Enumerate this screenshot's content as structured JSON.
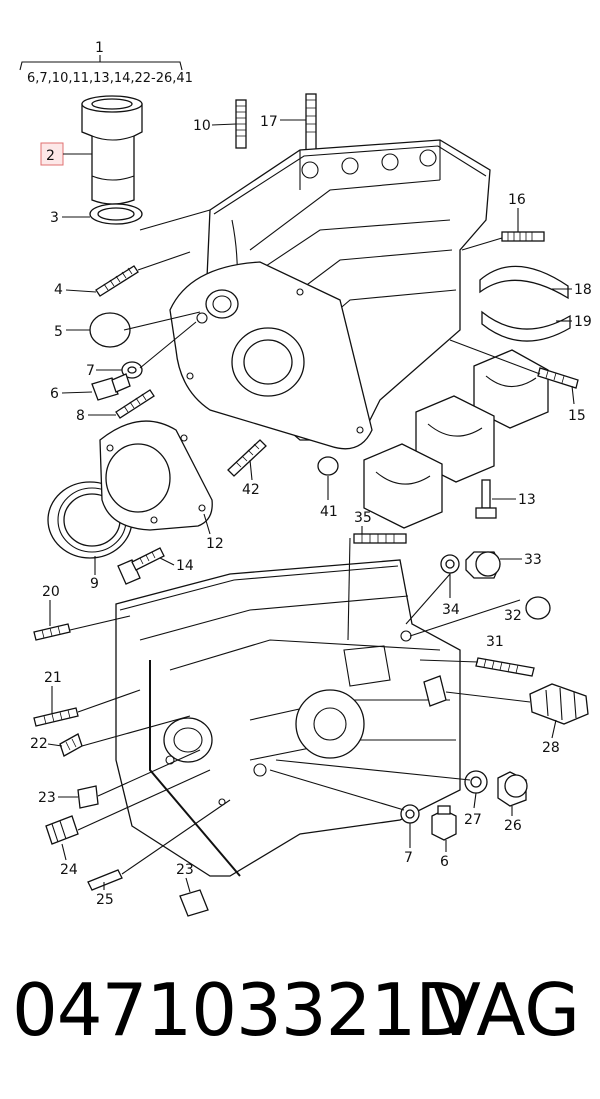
{
  "diagram": {
    "group_label": "1",
    "group_parts": "6,7,10,11,13,14,22-26,41",
    "highlighted": "2",
    "callouts": [
      "2",
      "3",
      "4",
      "5",
      "6",
      "7",
      "8",
      "9",
      "10",
      "12",
      "13",
      "14",
      "15",
      "16",
      "17",
      "18",
      "19",
      "20",
      "21",
      "22",
      "23",
      "24",
      "25",
      "26",
      "27",
      "28",
      "31",
      "32",
      "33",
      "34",
      "35",
      "41",
      "42"
    ],
    "lower_callouts": [
      "6",
      "7",
      "23"
    ]
  },
  "footer": {
    "part_number": "047103321D",
    "brand": "VAG"
  }
}
